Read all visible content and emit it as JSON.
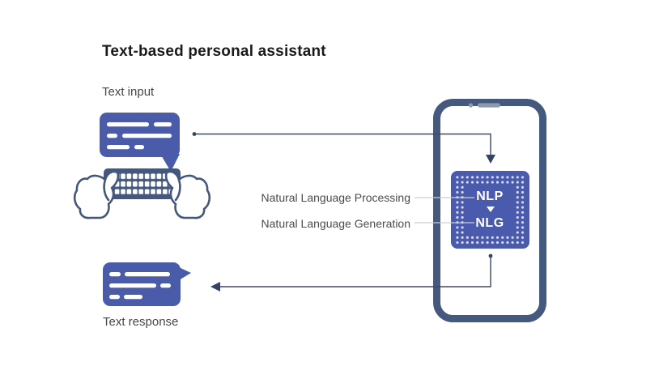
{
  "title": "Text-based personal assistant",
  "diagram": {
    "input_label": "Text input",
    "response_label": "Text response",
    "nlp_full_label": "Natural Language Processing",
    "nlg_full_label": "Natural Language Generation",
    "chip": {
      "top": "NLP",
      "bottom": "NLG"
    }
  },
  "icons": {
    "input_bubble": "speech-bubble-icon",
    "keyboard": "keyboard-icon",
    "left_hand": "left-hand-icon",
    "right_hand": "right-hand-icon",
    "phone": "smartphone-icon",
    "chip": "processor-chip-icon",
    "chip_flow": "arrow-down-icon",
    "input_flow": "arrow-right-down-icon",
    "output_flow": "arrow-left-icon",
    "response_bubble": "speech-bubble-icon"
  },
  "colors": {
    "bubble_blue": "#4a5ca9",
    "chip_blue": "#4a5bad",
    "chip_dots": "#d9def0",
    "slate_dark": "#45577d",
    "phone_border": "#45587e",
    "arrow": "#34436a",
    "connector_gray": "#cbced6",
    "label_gray": "#4b4b4b",
    "title_black": "#1a1a1a"
  }
}
